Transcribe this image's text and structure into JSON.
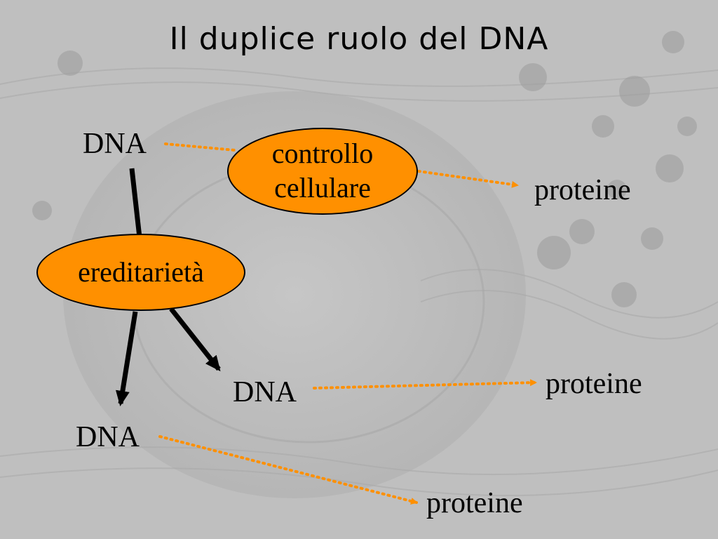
{
  "slide": {
    "title": "Il duplice ruolo del DNA"
  },
  "diagram": {
    "nodes": {
      "dna_top": "DNA",
      "controllo": "controllo\ncellulare",
      "ereditarieta": "ereditarietà",
      "dna_mid": "DNA",
      "dna_bottom": "DNA",
      "proteine_top": "proteine",
      "proteine_mid": "proteine",
      "proteine_bottom": "proteine"
    },
    "colors": {
      "node_fill": "#ff9000",
      "dotted_arrow": "#ff9000",
      "solid_arrow": "#000000",
      "background": "#bdbdbd"
    }
  }
}
